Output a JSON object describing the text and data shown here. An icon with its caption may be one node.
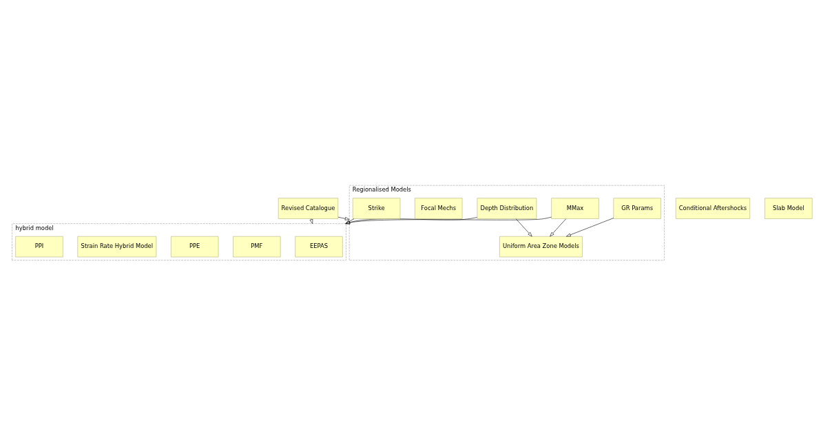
{
  "diagram": {
    "nodes": [
      {
        "text": [
          "Revised Catalogue"
        ]
      },
      {
        "text": [
          "hybrid model"
        ]
      },
      {
        "text": [
          "EEPAS"
        ],
        "in": 1
      },
      {
        "text": [
          "PMF"
        ],
        "in": 1
      },
      {
        "text": [
          "PPE"
        ],
        "in": 1
      },
      {
        "text": [
          "Strain Rate Hybrid Model"
        ],
        "in": 1
      },
      {
        "text": [
          "PPI"
        ],
        "in": 1
      },
      {
        "text": [
          "Conditional Aftershocks"
        ]
      },
      {
        "text": [
          "Slab Model"
        ]
      },
      {
        "text": [
          "Regionalised Models"
        ]
      },
      {
        "text": [
          "Uniform Area Zone Models"
        ],
        "in": 9
      },
      {
        "text": [
          "MMax"
        ],
        "in": 9
      },
      {
        "text": [
          "Depth Distribution"
        ],
        "in": 9
      },
      {
        "text": [
          "GR Params"
        ],
        "in": 9
      },
      {
        "text": [
          "Focal Mechs"
        ],
        "in": 9
      },
      {
        "text": [
          "Strike"
        ],
        "in": 9
      }
    ],
    "edges": [
      {
        "from": 0,
        "to": 1,
        "arrow": "to",
        "style": "dashed"
      },
      {
        "from": 0,
        "to": 9,
        "arrow": "to"
      },
      {
        "from": 11,
        "to": 1,
        "arrow": "to"
      },
      {
        "from": 12,
        "to": 1,
        "arrow": "to"
      },
      {
        "from": 15,
        "to": 1,
        "arrow": "to"
      },
      {
        "from": 11,
        "to": 10,
        "arrow": "to"
      },
      {
        "from": 12,
        "to": 10,
        "arrow": "to"
      },
      {
        "from": 13,
        "to": 10,
        "arrow": "to"
      }
    ]
  }
}
